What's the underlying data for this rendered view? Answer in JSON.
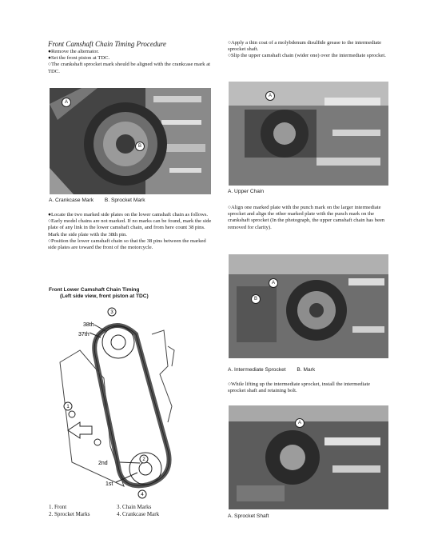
{
  "left": {
    "title": "Front Camshaft Chain Timing Procedure",
    "steps1": [
      {
        "bullet": "●",
        "text": "Remove the alternator."
      },
      {
        "bullet": "●",
        "text": "Set the front piston at TDC."
      },
      {
        "bullet": "○",
        "text": "The crankshaft sprocket mark should be aligned with the crankcase mark at TDC."
      }
    ],
    "photo1_caption": [
      "A. Crankcase Mark",
      "B. Sprocket Mark"
    ],
    "photo1_callouts": [
      "A",
      "B"
    ],
    "steps2": [
      {
        "bullet": "●",
        "text": "Locate the two marked side plates on the lower camshaft chain as follows."
      },
      {
        "bullet": "○",
        "text": "Early model chains are not marked. If no marks can be found, mark the side plate of any link in the lower camshaft chain, and from here count 38 pins. Mark the side plate with the 38th pin."
      },
      {
        "bullet": "○",
        "text": "Position the lower camshaft chain so that the 38 pins between the marked side plates are toward the front of the motorcycle."
      }
    ],
    "diagram": {
      "title1": "Front Lower Camshaft Chain Timing",
      "title2": "(Left side view, front piston at TDC)",
      "labels": {
        "l38": "38th",
        "l37": "37th",
        "l2": "2nd",
        "l1": "1st",
        "c1": "1",
        "c2": "2",
        "c3": "3",
        "c4": "4"
      }
    },
    "legend": [
      "1. Front",
      "2. Sprocket Marks",
      "3. Chain Marks",
      "4. Crankcase Mark"
    ]
  },
  "right": {
    "steps1": [
      {
        "bullet": "○",
        "text": "Apply a thin coat of a molybdenum disulfide grease to the intermediate sprocket shaft."
      },
      {
        "bullet": "○",
        "text": "Slip the upper camshaft chain (wider one) over the intermediate sprocket."
      }
    ],
    "photo1_caption": [
      "A. Upper Chain"
    ],
    "photo1_callouts": [
      "A"
    ],
    "steps2": [
      {
        "bullet": "○",
        "text": "Align one marked plate with the punch mark on the larger intermediate sprocket and align the other marked plate with the punch mark on the crankshaft sprocket (In the photograph, the upper camshaft chain has been removed for clarity)."
      }
    ],
    "photo2_caption": [
      "A. Intermediate Sprocket",
      "B. Mark"
    ],
    "photo2_callouts": [
      "A",
      "B"
    ],
    "steps3": [
      {
        "bullet": "○",
        "text": "While lifting up the intermediate sprocket, install the intermediate sprocket shaft and retaining bolt."
      }
    ],
    "photo3_caption": [
      "A. Sprocket Shaft"
    ],
    "photo3_callouts": [
      "A"
    ]
  }
}
